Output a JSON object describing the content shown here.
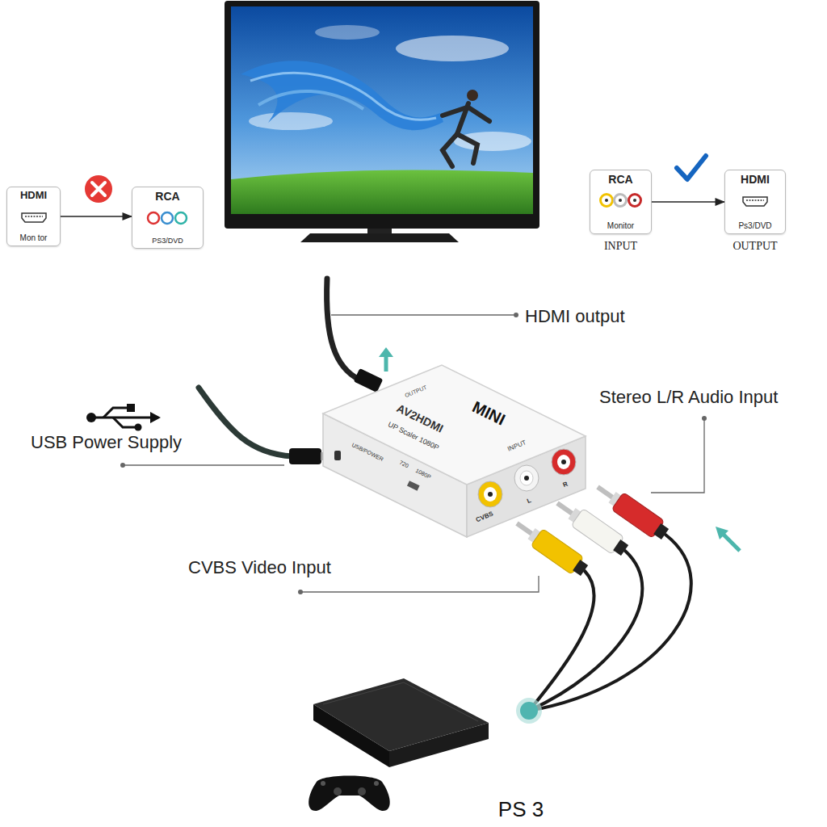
{
  "diagram": {
    "nodes": [
      {
        "text": [
          "HDMI",
          "Mon tor"
        ]
      },
      {
        "text": [
          "RCA",
          "PS3/DVD"
        ]
      },
      {
        "text": [
          "RCA",
          "Monitor",
          "INPUT"
        ]
      },
      {
        "text": [
          "HDMI",
          "Ps3/DVD",
          "OUTPUT"
        ]
      }
    ],
    "edges": [
      {
        "from": 0,
        "to": 1,
        "arrow": "to"
      },
      {
        "from": 2,
        "to": 3,
        "arrow": "to"
      }
    ],
    "labels": [
      "HDMI output",
      "USB Power Supply",
      "Stereo L/R Audio Input",
      "CVBS Video Input",
      "PS 3",
      "MINI",
      "AV2HDMI",
      "UP Scaler 1080P",
      "INPUT",
      "OUTPUT",
      "CVBS",
      "L",
      "R",
      "USB/POWER",
      "720",
      "1080P"
    ]
  }
}
